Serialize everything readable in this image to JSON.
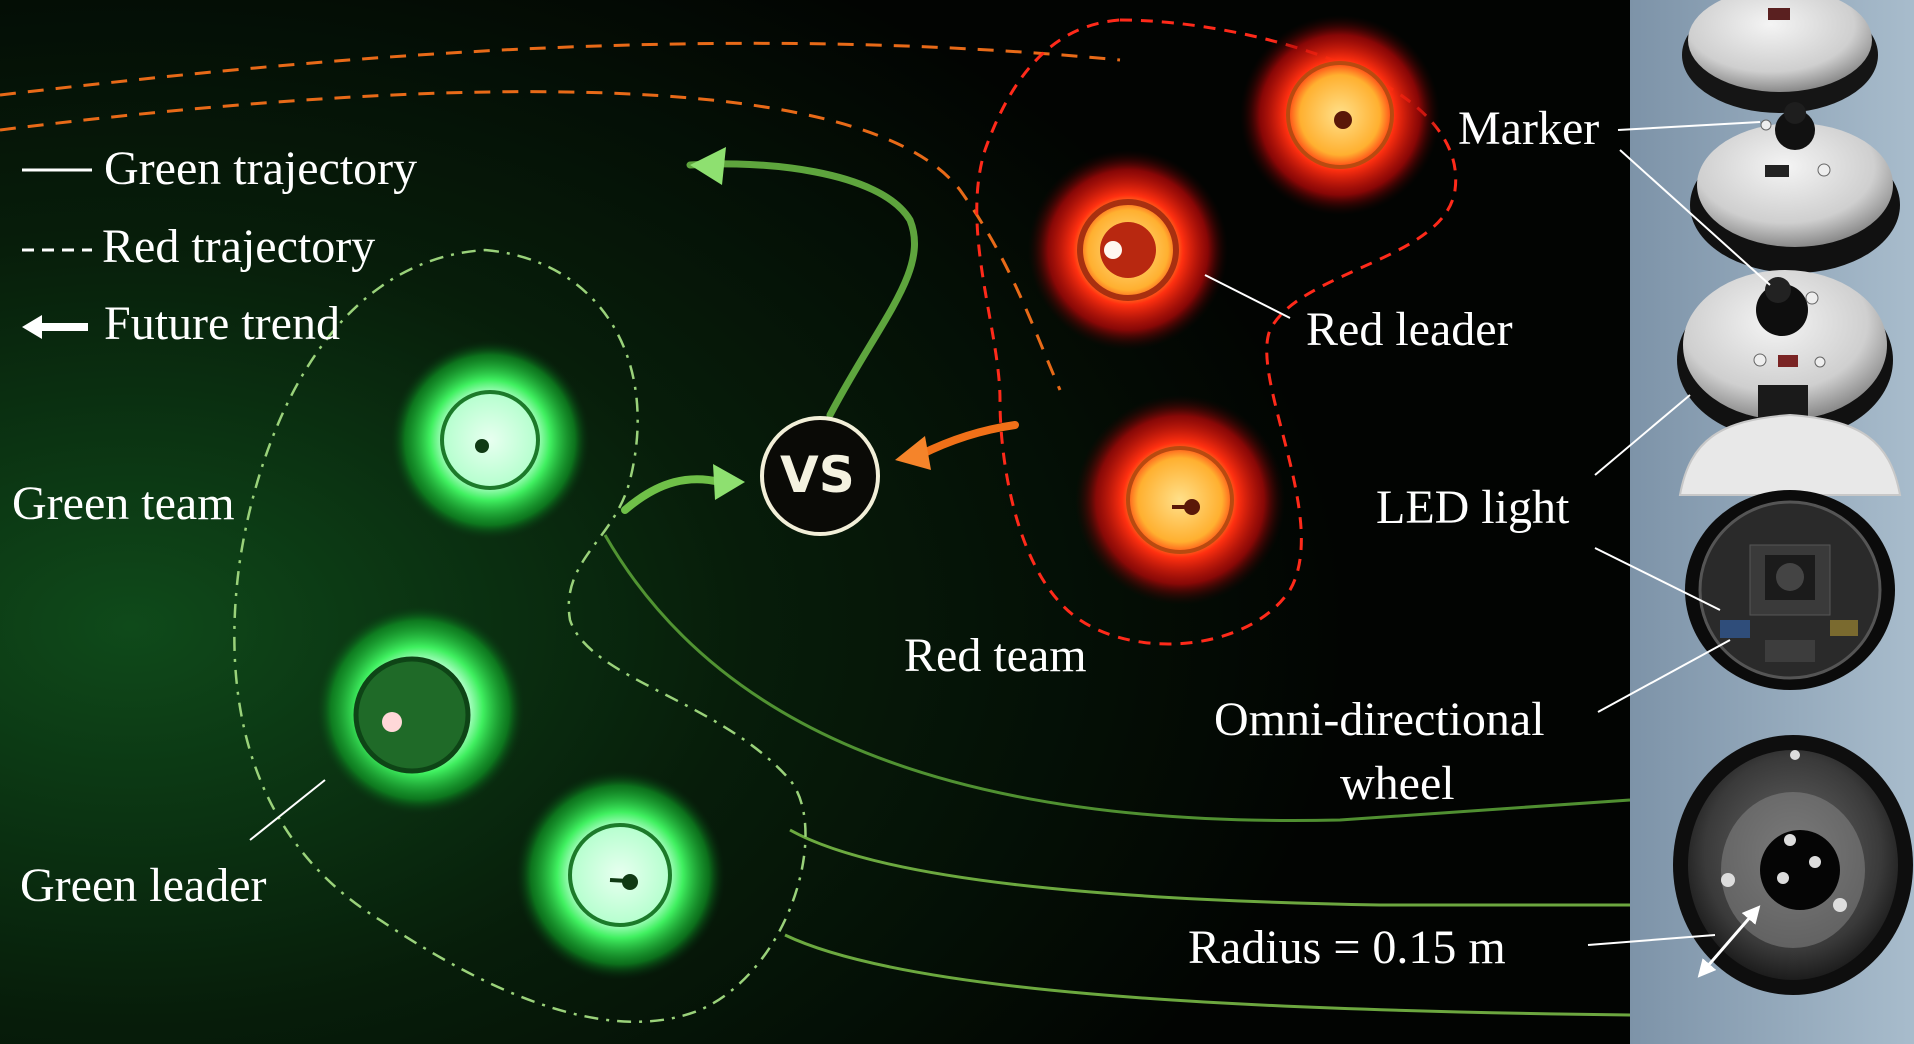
{
  "legend": {
    "green_trajectory": "Green trajectory",
    "red_trajectory": "Red trajectory",
    "future_trend": "Future trend"
  },
  "labels": {
    "green_team": "Green team",
    "green_leader": "Green leader",
    "red_team": "Red team",
    "red_leader": "Red leader",
    "vs": "VS",
    "marker": "Marker",
    "led_light": "LED light",
    "omni_wheel_line1": "Omni-directional",
    "omni_wheel_line2": "wheel",
    "radius": "Radius = 0.15 m"
  },
  "colors": {
    "background": "#000000",
    "green_glow": "#2ee84a",
    "red_glow": "#ff1a0a",
    "orange": "#f07018",
    "panel": "#8fa3b5"
  }
}
